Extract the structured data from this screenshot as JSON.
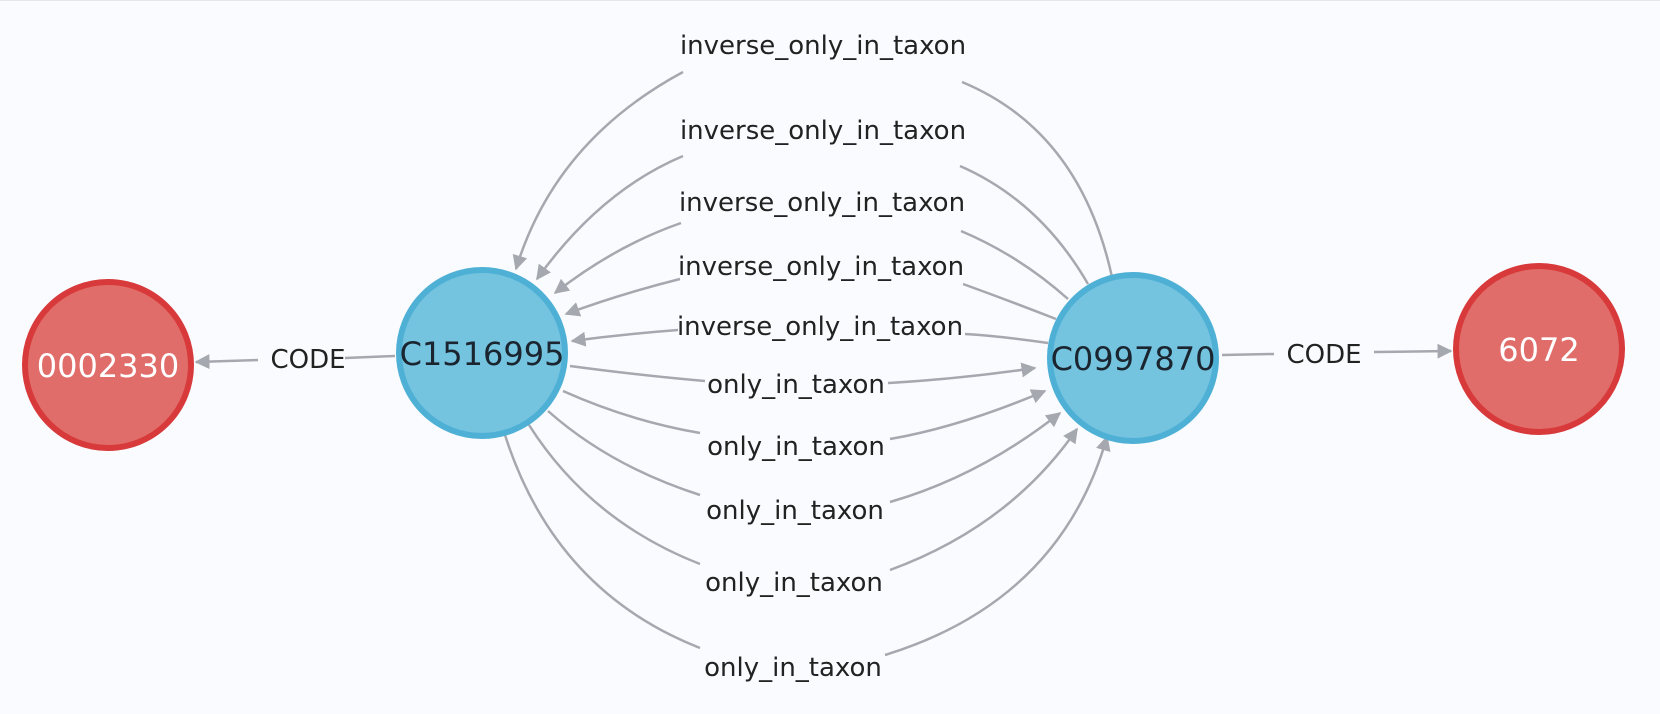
{
  "graph": {
    "nodes": [
      {
        "id": "n1",
        "label": "0002330",
        "kind": "code"
      },
      {
        "id": "n2",
        "label": "C1516995",
        "kind": "concept"
      },
      {
        "id": "n3",
        "label": "C0997870",
        "kind": "concept"
      },
      {
        "id": "n4",
        "label": "6072",
        "kind": "code"
      }
    ],
    "edges": [
      {
        "id": "e_code_left",
        "from": "n2",
        "to": "n1",
        "label": "CODE"
      },
      {
        "id": "e_code_right",
        "from": "n3",
        "to": "n4",
        "label": "CODE"
      },
      {
        "id": "e_inv1",
        "from": "n3",
        "to": "n2",
        "label": "inverse_only_in_taxon"
      },
      {
        "id": "e_inv2",
        "from": "n3",
        "to": "n2",
        "label": "inverse_only_in_taxon"
      },
      {
        "id": "e_inv3",
        "from": "n3",
        "to": "n2",
        "label": "inverse_only_in_taxon"
      },
      {
        "id": "e_inv4",
        "from": "n3",
        "to": "n2",
        "label": "inverse_only_in_taxon"
      },
      {
        "id": "e_inv5",
        "from": "n3",
        "to": "n2",
        "label": "inverse_only_in_taxon"
      },
      {
        "id": "e_only1",
        "from": "n2",
        "to": "n3",
        "label": "only_in_taxon"
      },
      {
        "id": "e_only2",
        "from": "n2",
        "to": "n3",
        "label": "only_in_taxon"
      },
      {
        "id": "e_only3",
        "from": "n2",
        "to": "n3",
        "label": "only_in_taxon"
      },
      {
        "id": "e_only4",
        "from": "n2",
        "to": "n3",
        "label": "only_in_taxon"
      },
      {
        "id": "e_only5",
        "from": "n2",
        "to": "n3",
        "label": "only_in_taxon"
      }
    ]
  },
  "colors": {
    "concept_fill": "#74c3df",
    "concept_stroke": "#4fb0d6",
    "code_fill": "#e06d69",
    "code_stroke": "#d8393a",
    "edge": "#a6a8b0",
    "background": "#f9fbfe"
  }
}
